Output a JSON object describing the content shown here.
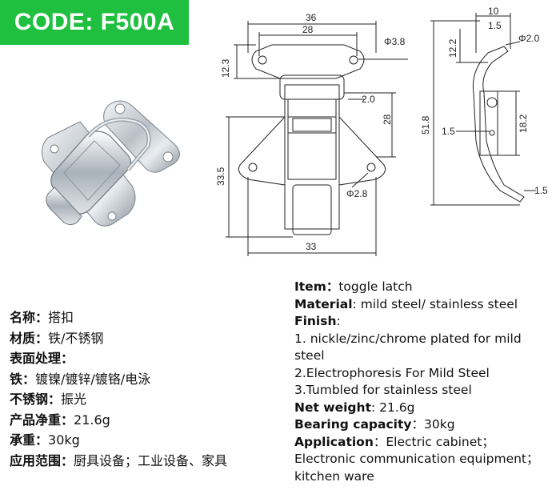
{
  "badge": {
    "code": "CODE: F500A"
  },
  "drawing": {
    "front": {
      "width_top": "36",
      "width_inner": "28",
      "hole_top": "Φ3.8",
      "height_top": "12.3",
      "gap": "2.0",
      "height_mid": "28",
      "height_left": "33.5",
      "hole_bottom": "Φ2.8",
      "width_bottom": "33"
    },
    "side": {
      "width_top": "10",
      "offset_top": "1.5",
      "height_top": "12.2",
      "pin": "Φ2.0",
      "total_height": "51.8",
      "height_mid": "18.2",
      "offset_mid": "1.5",
      "offset_bottom": "1.5"
    }
  },
  "cn": {
    "name_label": "名称：",
    "name_value": "搭扣",
    "material_label": "材质：",
    "material_value": "铁/不锈钢",
    "surface_label": "表面处理：",
    "iron_label": "铁：",
    "iron_value": "镀镍/镀锌/镀铬/电泳",
    "steel_label": "不锈钢：",
    "steel_value": "振光",
    "weight_label": "产品净重：",
    "weight_value": "21.6g",
    "load_label": "承重：",
    "load_value": "30kg",
    "usage_label": "应用范围：",
    "usage_value": "厨具设备；工业设备、家具"
  },
  "en": {
    "item_label": "Item：",
    "item_value": "toggle latch",
    "material_label": "Material",
    "material_value": ": mild steel/ stainless steel",
    "finish_label": "Finish",
    "finish_colon": ":",
    "finish_1": "1. nickle/zinc/chrome plated for mild steel",
    "finish_2": "2.Electrophoresis For Mild Steel",
    "finish_3": "3.Tumbled for stainless steel",
    "weight_label": "Net weight",
    "weight_value": ": 21.6g",
    "capacity_label": "Bearing capacity",
    "capacity_value": "：30kg",
    "application_label": "Application",
    "application_value": "：Electric cabinet；Electronic communication equipment；kitchen ware"
  }
}
